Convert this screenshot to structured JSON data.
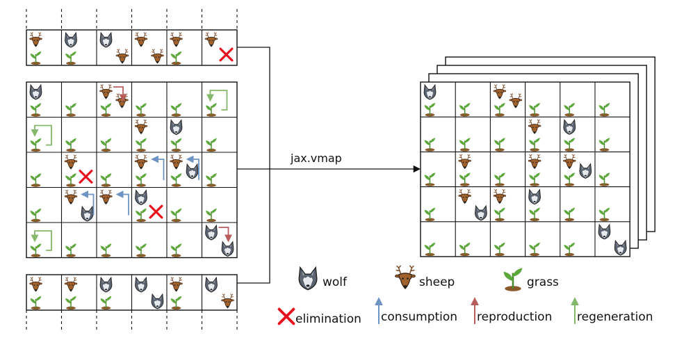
{
  "labels": {
    "vmap": "jax.vmap",
    "wolf": "wolf",
    "sheep": "sheep",
    "grass": "grass",
    "elimination": "elimination",
    "consumption": "consumption",
    "reproduction": "reproduction",
    "regeneration": "regeneration"
  },
  "colors": {
    "elimination": "#e8101c",
    "consumption": "#6d93c4",
    "reproduction": "#b85c5c",
    "regeneration": "#84b86a",
    "grid": "#111111"
  },
  "icons": {
    "wolf": "wolf-icon",
    "sheep": "sheep-icon",
    "grass": "grass-icon",
    "elimination": "x-mark-icon",
    "arrow": "arrow-icon"
  },
  "grids": {
    "top_strip": {
      "rows": 1,
      "cols": 6,
      "cells": [
        [
          [
            "sheep",
            "grass"
          ],
          [
            "wolf",
            "grass"
          ],
          [
            "wolf",
            "sheep"
          ],
          [
            "sheep",
            "sheep"
          ],
          [
            "sheep",
            "grass"
          ],
          [
            "sheep",
            "elimination"
          ]
        ]
      ]
    },
    "main": {
      "rows": 5,
      "cols": 6,
      "cells": [
        [
          [
            "wolf",
            "grass"
          ],
          [
            "grass"
          ],
          [
            "sheep",
            "sheep",
            "grass",
            "reproduction"
          ],
          [
            "grass"
          ],
          [
            "grass"
          ],
          [
            "grass",
            "regeneration"
          ]
        ],
        [
          [
            "grass",
            "regeneration"
          ],
          [
            "grass"
          ],
          [
            "grass"
          ],
          [
            "sheep",
            "grass"
          ],
          [
            "wolf",
            "grass"
          ],
          [
            "grass"
          ]
        ],
        [
          [
            "grass"
          ],
          [
            "sheep",
            "grass",
            "elimination"
          ],
          [
            "grass"
          ],
          [
            "sheep",
            "grass",
            "consumption"
          ],
          [
            "sheep",
            "wolf",
            "grass",
            "consumption"
          ],
          [
            "grass"
          ]
        ],
        [
          [
            "grass"
          ],
          [
            "sheep",
            "wolf",
            "consumption"
          ],
          [
            "sheep",
            "consumption"
          ],
          [
            "wolf",
            "grass",
            "elimination"
          ],
          [
            "grass"
          ],
          [
            "grass"
          ]
        ],
        [
          [
            "grass",
            "regeneration"
          ],
          [
            "grass"
          ],
          [
            "grass"
          ],
          [
            "grass"
          ],
          [
            "grass"
          ],
          [
            "wolf",
            "wolf",
            "reproduction"
          ]
        ]
      ]
    },
    "bottom_strip": {
      "rows": 1,
      "cols": 6,
      "cells": [
        [
          [
            "sheep",
            "grass"
          ],
          [
            "sheep",
            "grass"
          ],
          [
            "wolf",
            "grass"
          ],
          [
            "wolf",
            "wolf"
          ],
          [
            "sheep",
            "grass"
          ],
          [
            "wolf",
            "sheep"
          ]
        ]
      ]
    },
    "result": {
      "rows": 5,
      "cols": 6,
      "stack_layers": 4,
      "cells": [
        [
          [
            "wolf",
            "grass"
          ],
          [
            "grass"
          ],
          [
            "sheep",
            "sheep",
            "grass"
          ],
          [
            "grass"
          ],
          [
            "grass"
          ],
          [
            "grass"
          ]
        ],
        [
          [
            "grass"
          ],
          [
            "grass"
          ],
          [
            "grass"
          ],
          [
            "sheep",
            "grass"
          ],
          [
            "wolf",
            "grass"
          ],
          [
            "grass"
          ]
        ],
        [
          [
            "grass"
          ],
          [
            "sheep",
            "grass"
          ],
          [
            "grass"
          ],
          [
            "sheep",
            "grass"
          ],
          [
            "sheep",
            "wolf",
            "grass"
          ],
          [
            "grass"
          ]
        ],
        [
          [
            "grass"
          ],
          [
            "sheep",
            "wolf"
          ],
          [
            "sheep",
            "grass"
          ],
          [
            "wolf",
            "grass"
          ],
          [
            "grass"
          ],
          [
            "grass"
          ]
        ],
        [
          [
            "grass"
          ],
          [
            "grass"
          ],
          [
            "grass"
          ],
          [
            "grass"
          ],
          [
            "grass"
          ],
          [
            "wolf",
            "wolf"
          ]
        ]
      ]
    }
  }
}
